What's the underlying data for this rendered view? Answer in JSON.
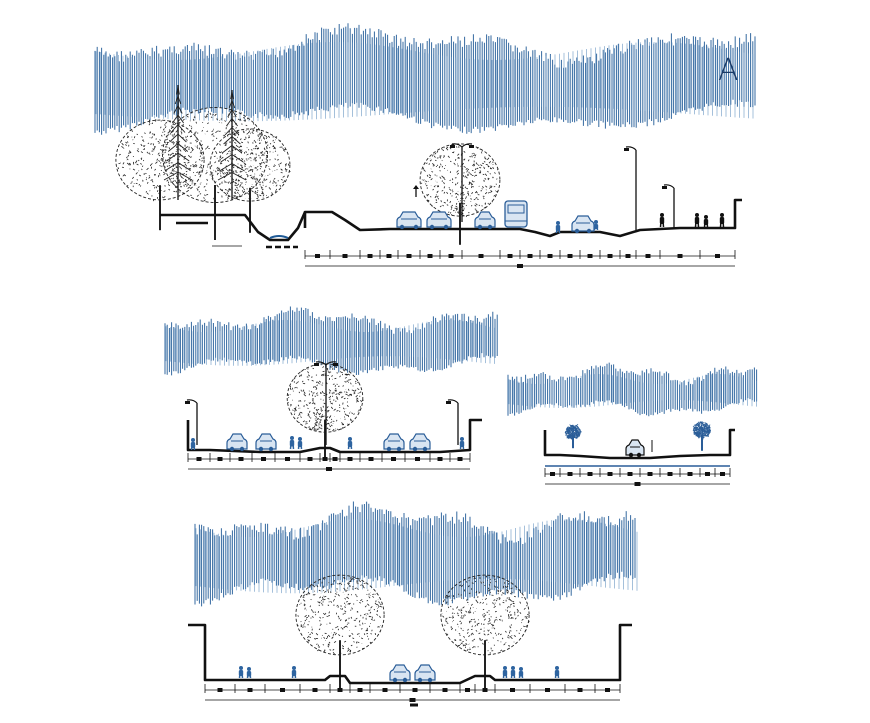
{
  "sheet": {
    "label": "A"
  },
  "colors": {
    "background": "#ffffff",
    "hatch_blue": "#1f5a96",
    "hatch_light": "#5f8fbf",
    "ink": "#111111",
    "tree_ink": "#222222",
    "vehicle_blue": "#2a5d98",
    "figure_blue": "#2e64a0"
  },
  "sections": [
    {
      "id": "section-1",
      "elements": [
        "sky-hatch",
        "forest-trees",
        "stream-channel",
        "median-tree",
        "lamp-posts",
        "vehicles",
        "pedestrians",
        "dimension-line"
      ]
    },
    {
      "id": "section-2",
      "elements": [
        "sky-hatch",
        "median-tree",
        "lamp-posts",
        "vehicles",
        "pedestrians",
        "dimension-line"
      ]
    },
    {
      "id": "section-3",
      "elements": [
        "sky-hatch",
        "street-trees",
        "vehicle",
        "dimension-line"
      ]
    },
    {
      "id": "section-4",
      "elements": [
        "sky-hatch",
        "boulevard-trees",
        "vehicles",
        "pedestrians",
        "dimension-line"
      ]
    }
  ]
}
